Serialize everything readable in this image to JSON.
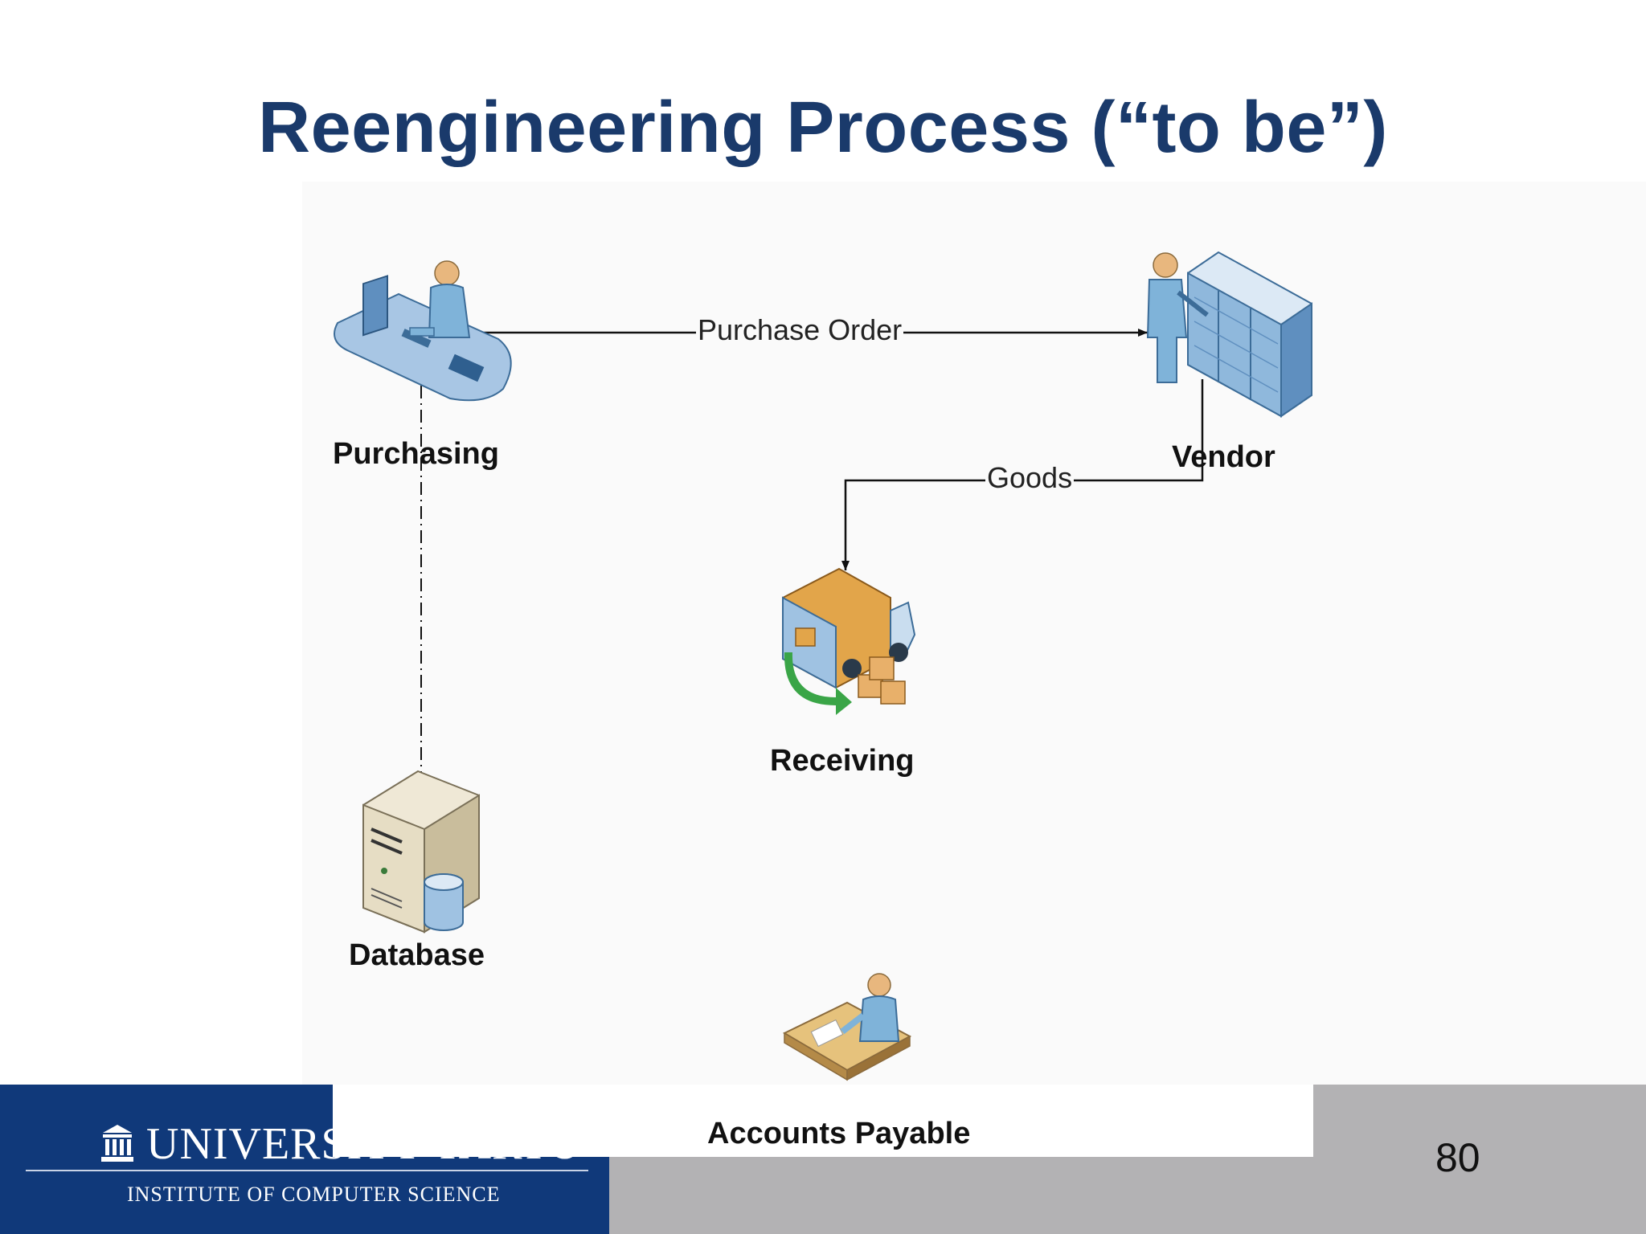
{
  "slide": {
    "title": "Reengineering Process (“to be”)",
    "page_number": "80"
  },
  "nodes": {
    "purchasing": "Purchasing",
    "vendor": "Vendor",
    "receiving": "Receiving",
    "database": "Database",
    "accounts_payable": "Accounts Payable"
  },
  "edges": {
    "purchase_order": "Purchase Order",
    "goods": "Goods"
  },
  "footer": {
    "university": "UNIVERSITY",
    "university_suffix": "TARTU",
    "institute": "INSTITUTE OF COMPUTER SCIENCE"
  },
  "colors": {
    "title": "#1a3a6b",
    "footer_blue": "#10397a",
    "footer_gray": "#b3b2b4"
  }
}
